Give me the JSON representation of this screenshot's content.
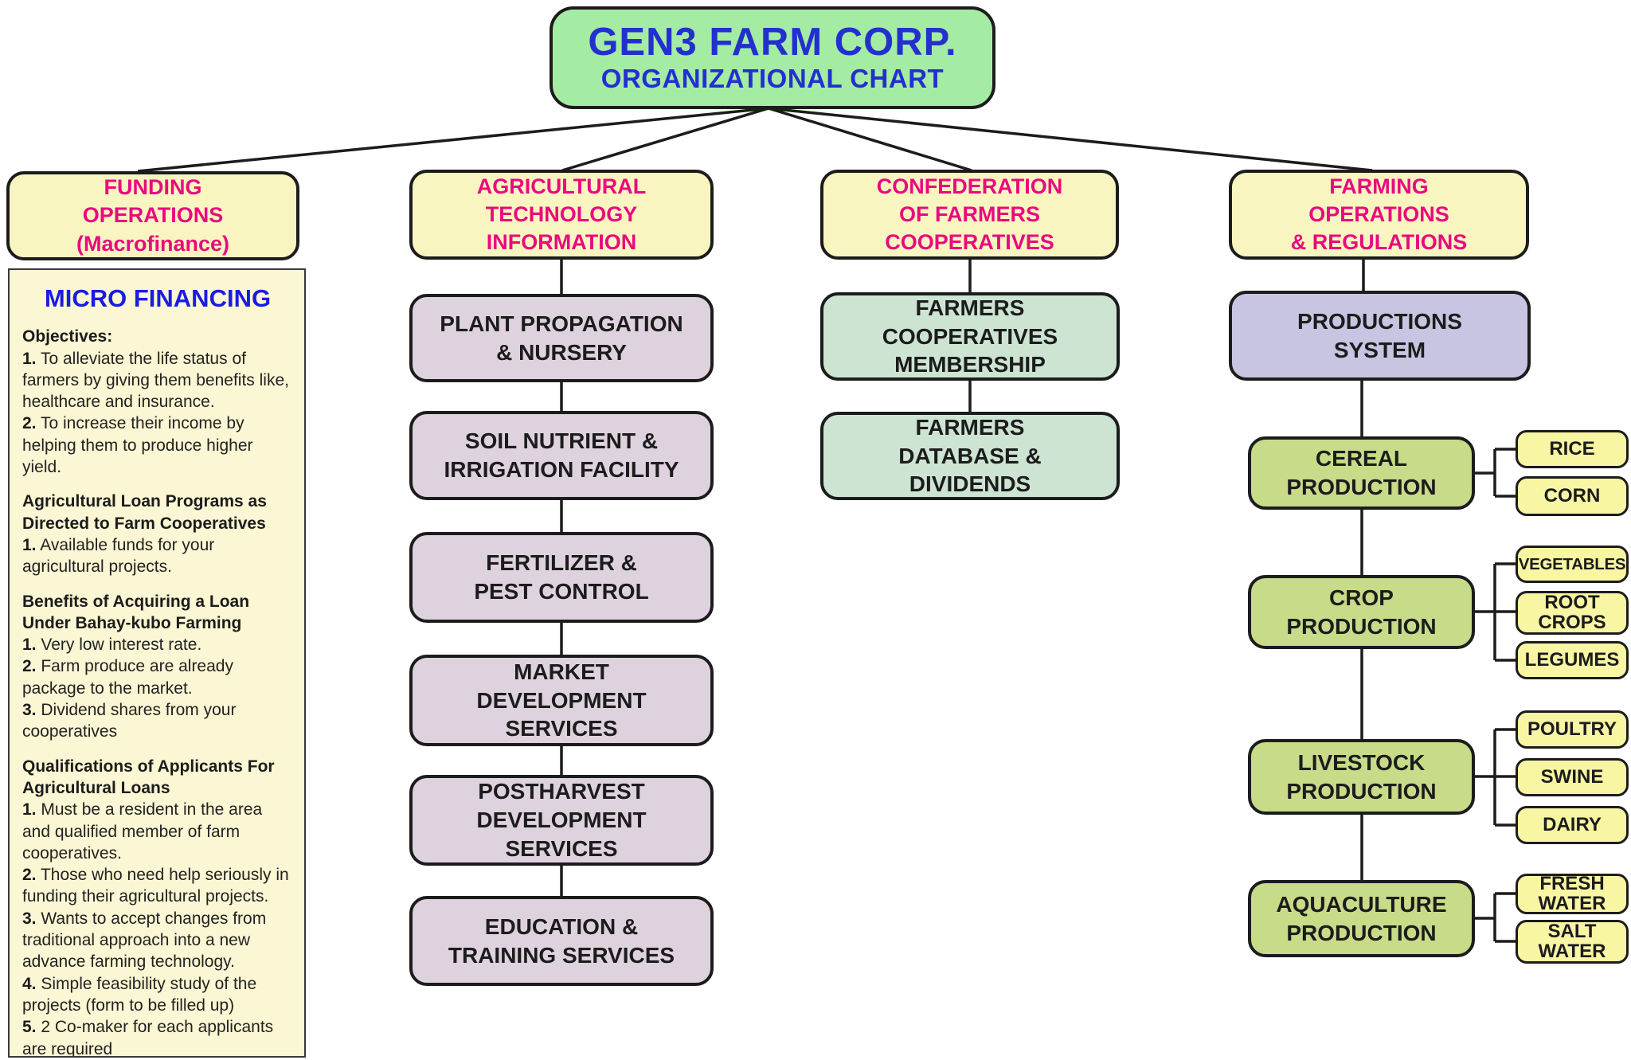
{
  "title": {
    "line1": "GEN3 FARM CORP.",
    "line2": "ORGANIZATIONAL CHART"
  },
  "headers": {
    "funding": "FUNDING\nOPERATIONS\n(Macrofinance)",
    "agritech": "AGRICULTURAL\nTECHNOLOGY\nINFORMATION",
    "confederation": "CONFEDERATION\nOF FARMERS\nCOOPERATIVES",
    "farmops": "FARMING\nOPERATIONS\n& REGULATIONS"
  },
  "micro": {
    "title": "MICRO FINANCING",
    "sections": [
      {
        "heading": "Objectives:",
        "items": [
          {
            "num": "1.",
            "text": "To alleviate the life status of farmers by giving them benefits like, healthcare and insurance."
          },
          {
            "num": "2.",
            "text": "To increase their income by helping them to produce higher yield."
          }
        ]
      },
      {
        "heading": "Agricultural Loan Programs as Directed to Farm Cooperatives",
        "items": [
          {
            "num": "1.",
            "text": "Available funds for your agricultural projects."
          }
        ]
      },
      {
        "heading": "Benefits of Acquiring a Loan Under Bahay-kubo Farming",
        "items": [
          {
            "num": "1.",
            "text": "Very low interest rate."
          },
          {
            "num": "2.",
            "text": "Farm produce are already package to the market."
          },
          {
            "num": "3.",
            "text": "Dividend shares from your cooperatives"
          }
        ]
      },
      {
        "heading": "Qualifications of Applicants For Agricultural Loans",
        "items": [
          {
            "num": "1.",
            "text": "Must be a resident in the area and qualified member of farm cooperatives."
          },
          {
            "num": "2.",
            "text": "Those who need help seriously in funding their agricultural projects."
          },
          {
            "num": "3.",
            "text": "Wants to accept changes from traditional approach into a new advance farming technology."
          },
          {
            "num": "4.",
            "text": "Simple feasibility study of the projects (form to be filled up)"
          },
          {
            "num": "5.",
            "text": "2 Co-maker for each applicants are required"
          }
        ]
      }
    ]
  },
  "agritech_boxes": {
    "plant": "PLANT PROPAGATION\n& NURSERY",
    "soil": "SOIL NUTRIENT &\nIRRIGATION FACILITY",
    "fertilizer": "FERTILIZER &\nPEST CONTROL",
    "market": "MARKET\nDEVELOPMENT\nSERVICES",
    "postharvest": "POSTHARVEST\nDEVELOPMENT\nSERVICES",
    "education": "EDUCATION &\nTRAINING SERVICES"
  },
  "confederation_boxes": {
    "membership": "FARMERS\nCOOPERATIVES\nMEMBERSHIP",
    "database": "FARMERS\nDATABASE &\nDIVIDENDS"
  },
  "farmops_boxes": {
    "productions": "PRODUCTIONS\nSYSTEM",
    "cereal": "CEREAL\nPRODUCTION",
    "crop": "CROP\nPRODUCTION",
    "livestock": "LIVESTOCK\nPRODUCTION",
    "aquaculture": "AQUACULTURE\nPRODUCTION",
    "rice": "RICE",
    "corn": "CORN",
    "vegetables": "VEGETABLES",
    "rootcrops": "ROOT\nCROPS",
    "legumes": "LEGUMES",
    "poultry": "POULTRY",
    "swine": "SWINE",
    "dairy": "DAIRY",
    "freshwater": "FRESH\nWATER",
    "saltwater": "SALT\nWATER"
  },
  "colors": {
    "canvas_bg": "#ffffff",
    "line": "#1c1c1c",
    "title_green": "#a4eba4",
    "header_yellow": "#f9f5c0",
    "panel_yellow": "#fbf6d3",
    "mauve": "#ded2de",
    "pale_green": "#cde4d3",
    "lavender": "#c7c5e2",
    "prod_green": "#c7db88",
    "leaf_yellow": "#f9f6a3",
    "magenta": "#e9097f",
    "blue": "#2330cf",
    "panel_blue": "#1b1be4"
  }
}
